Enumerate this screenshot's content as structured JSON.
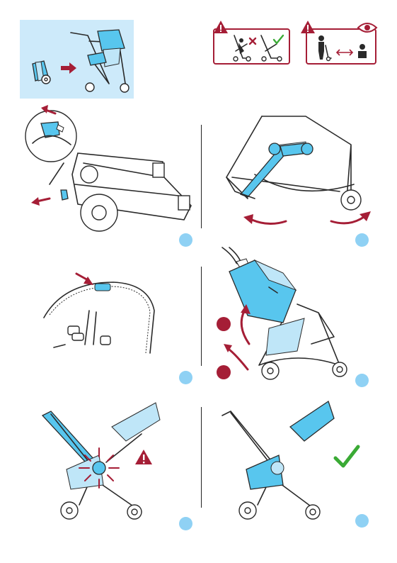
{
  "colors": {
    "accent_blue": "#58c6ee",
    "light_blue": "#bfe6f8",
    "bubble_blue": "#8fd1f4",
    "panel_blue": "#cdeafa",
    "warning_red": "#a51e36",
    "check_green": "#3aaa35"
  },
  "icons": {
    "warning_1": "warning-triangle-icon",
    "warning_2": "warning-triangle-icon",
    "eye": "eye-icon",
    "cross": "cross-icon",
    "check": "check-icon",
    "big_check": "check-icon"
  },
  "steps": [
    {
      "id": "unfold-release",
      "step_marker": "bubble"
    },
    {
      "id": "rotate-frame-open",
      "step_marker": "bubble"
    },
    {
      "id": "lock-button",
      "step_marker": "bubble"
    },
    {
      "id": "lift-seat",
      "step_marker": "bubble"
    },
    {
      "id": "check-lock-warning",
      "step_marker": "bubble"
    },
    {
      "id": "locked-ok",
      "step_marker": "bubble"
    }
  ]
}
